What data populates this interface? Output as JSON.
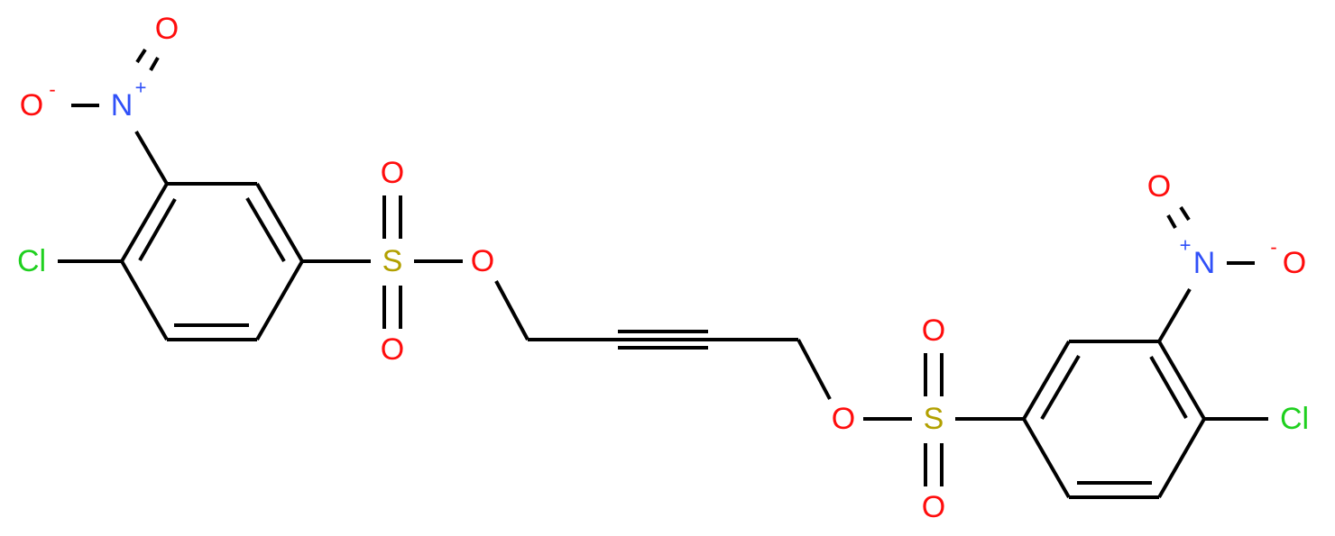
{
  "molecule": {
    "atoms": {
      "O": "O",
      "N": "N",
      "S": "S",
      "Cl": "Cl"
    },
    "charges": {
      "plus": "+",
      "minus": "-"
    }
  },
  "colors": {
    "O": "#FF0D0D",
    "N": "#3050F8",
    "S": "#B2A000",
    "Cl": "#1FD01F",
    "bond": "#000000"
  }
}
